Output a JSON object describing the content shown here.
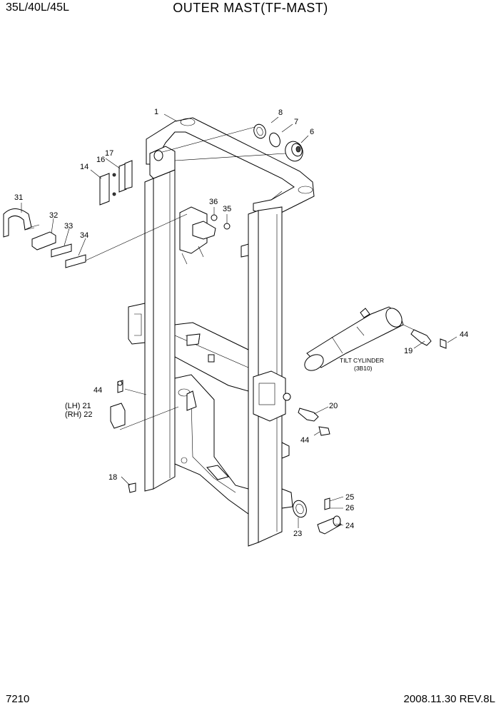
{
  "header": {
    "model": "35L/40L/45L",
    "title": "OUTER MAST(TF-MAST)"
  },
  "footer": {
    "page_number": "7210",
    "date_rev": "2008.11.30  REV.8L"
  },
  "callouts": {
    "c1": "1",
    "c6": "6",
    "c7": "7",
    "c8": "8",
    "c14": "14",
    "c16": "16",
    "c17": "17",
    "c31": "31",
    "c32": "32",
    "c33": "33",
    "c34": "34",
    "c36": "36",
    "c35": "35",
    "c44a": "44",
    "c19": "19",
    "c44b": "44",
    "c21": "(LH) 21",
    "c22": "(RH) 22",
    "c20": "20",
    "c44c": "44",
    "c18": "18",
    "c25": "25",
    "c26": "26",
    "c24": "24",
    "c23": "23"
  },
  "notes": {
    "tilt_cylinder": "TILT CYLINDER",
    "tilt_ref": "(3B10)"
  }
}
